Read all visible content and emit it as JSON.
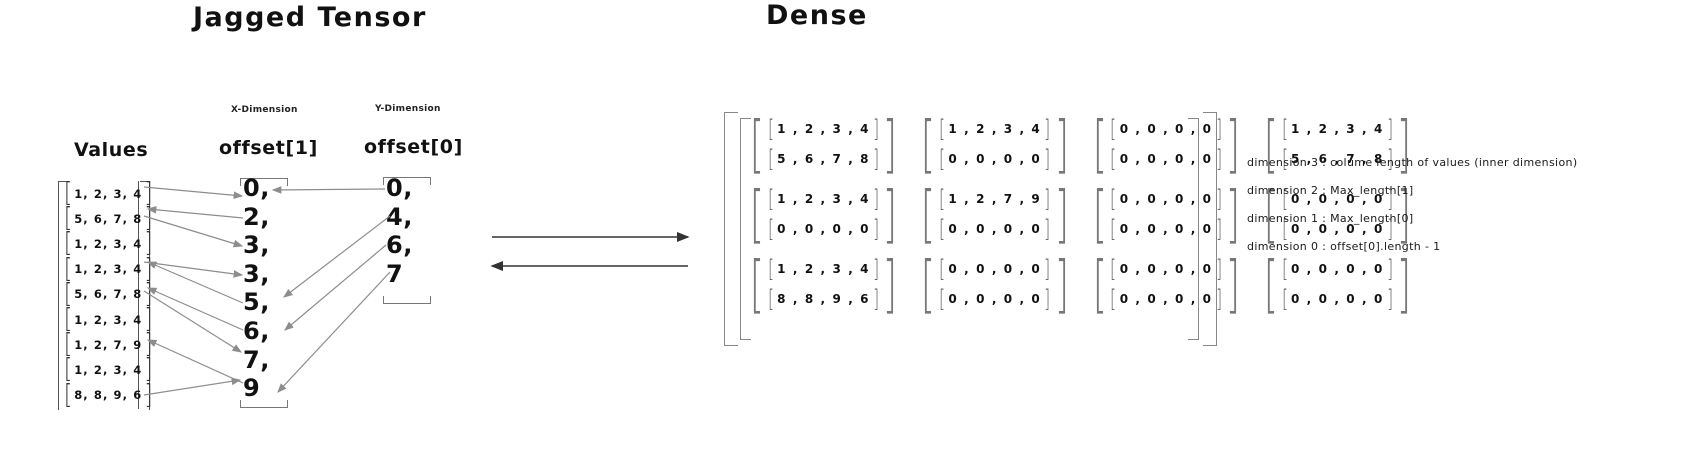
{
  "titles": {
    "jagged": "Jagged Tensor",
    "dense": "Dense"
  },
  "jagged": {
    "values_label": "Values",
    "values": [
      "1, 2, 3, 4",
      "5, 6, 7, 8",
      "1, 2, 3, 4",
      "1, 2, 3, 4",
      "5, 6, 7, 8",
      "1, 2, 3, 4",
      "1, 2, 7, 9",
      "1, 2, 3, 4",
      "8, 8, 9, 6"
    ],
    "offset1": {
      "sublabel": "X-Dimension",
      "label": "offset[1]",
      "items": [
        "0,",
        "2,",
        "3,",
        "3,",
        "5,",
        "6,",
        "7,",
        "9"
      ]
    },
    "offset0": {
      "sublabel": "Y-Dimension",
      "label": "offset[0]",
      "items": [
        "0,",
        "4,",
        "6,",
        "7"
      ]
    }
  },
  "dense": {
    "open_bracket": "[",
    "close_bracket": "]",
    "rows": [
      [
        [
          "1 , 2 , 3 , 4",
          "5 , 6 , 7 , 8"
        ],
        [
          "1 , 2 , 3 , 4",
          "0 , 0 , 0 , 0"
        ],
        [
          "0 , 0 , 0 , 0",
          "0 , 0 , 0 , 0"
        ],
        [
          "1 , 2 , 3 , 4",
          "5 , 6 , 7 , 8"
        ]
      ],
      [
        [
          "1 , 2 , 3 , 4",
          "0 , 0 , 0 , 0"
        ],
        [
          "1 , 2 , 7 , 9",
          "0 , 0 , 0 , 0"
        ],
        [
          "0 , 0 , 0 , 0",
          "0 , 0 , 0 , 0"
        ],
        [
          "0 , 0 , 0 , 0",
          "0 , 0 , 0 , 0"
        ]
      ],
      [
        [
          "1 , 2 , 3 , 4",
          "8 , 8 , 9 , 6"
        ],
        [
          "0 , 0 , 0 , 0",
          "0 , 0 , 0 , 0"
        ],
        [
          "0 , 0 , 0 , 0",
          "0 , 0 , 0 , 0"
        ],
        [
          "0 , 0 , 0 , 0",
          "0 , 0 , 0 , 0"
        ]
      ]
    ]
  },
  "legend": {
    "lines": [
      "dimension 3 : colume length of values (inner dimension)",
      "dimension 2 : Max_length[1]",
      "dimension 1  : Max_length[0]",
      "dimension 0 : offset[0].length - 1"
    ]
  },
  "colors": {
    "ink": "#111111",
    "bracket": "#777777",
    "arrow": "#8a8a8a",
    "conversion_arrow": "#333333"
  }
}
